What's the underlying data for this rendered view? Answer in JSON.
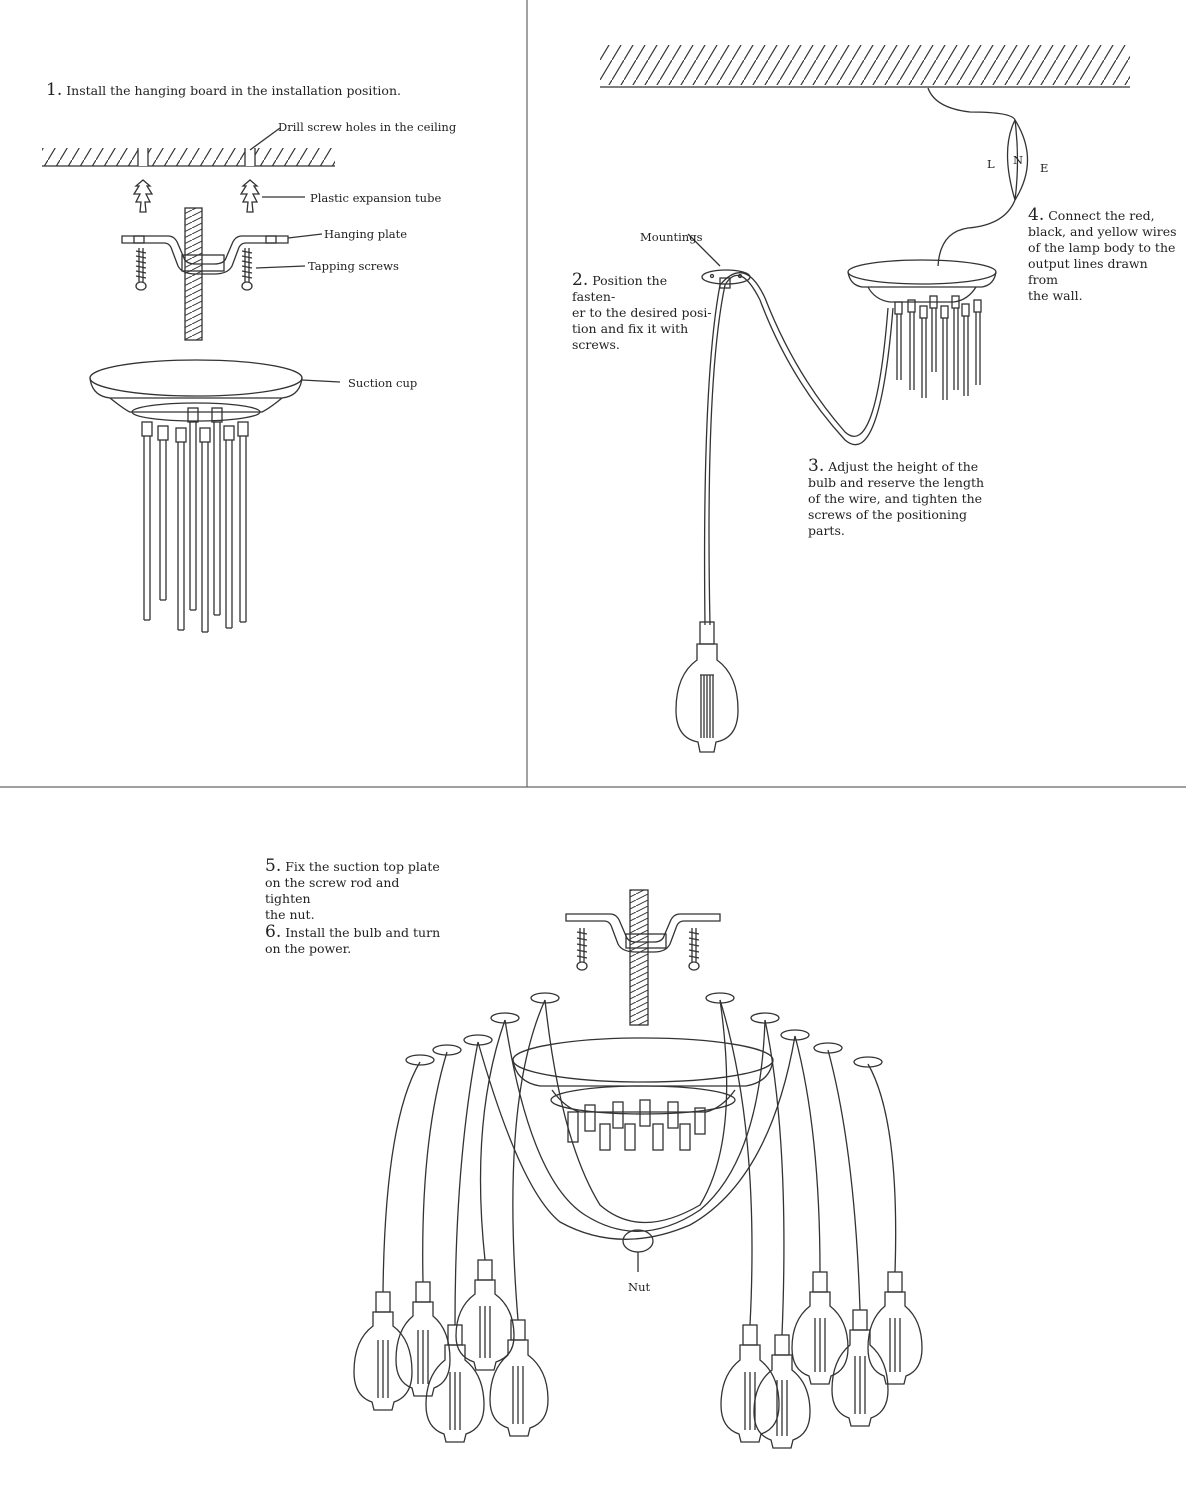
{
  "colors": {
    "line": "#333333",
    "background": "#ffffff",
    "text": "#222222"
  },
  "panel1": {
    "step_num": "1.",
    "step_text": "Install the hanging board in the installation position.",
    "labels": {
      "drill": "Drill screw holes in the ceiling",
      "expansion": "Plastic expansion tube",
      "hanging": "Hanging plate",
      "screws": "Tapping screws",
      "suction": "Suction cup"
    }
  },
  "panel2": {
    "mountings": "Mountings",
    "step2_num": "2.",
    "step2_text": "Position the fasten-\ner to the desired posi-\ntion and fix it with\nscrews.",
    "step3_num": "3.",
    "step3_text": "Adjust the height of the\nbulb and reserve the length\nof the wire, and tighten the\nscrews of the positioning\nparts.",
    "step4_num": "4.",
    "step4_text": "Connect the red,\nblack, and yellow wires\nof the lamp body to the\noutput lines drawn from\nthe wall.",
    "wire_L": "L",
    "wire_N": "N",
    "wire_E": "E"
  },
  "panel3": {
    "step5_num": "5.",
    "step5_text": "Fix the suction top plate\non the screw rod and tighten\nthe nut.",
    "step6_num": "6.",
    "step6_text": "Install the bulb and turn\non the power.",
    "nut": "Nut"
  }
}
